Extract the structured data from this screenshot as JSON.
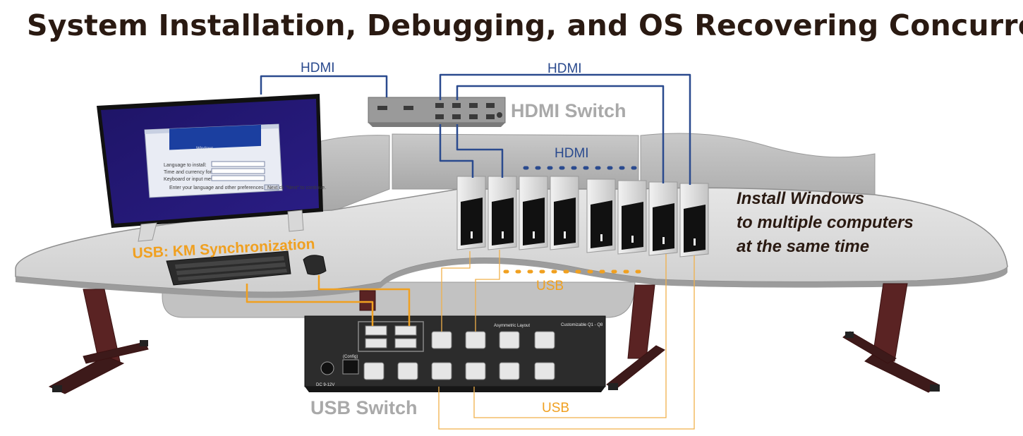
{
  "title": "System Installation, Debugging, and OS Recovering Concurrently",
  "labels": {
    "hdmi_monitor": "HDMI",
    "hdmi_top": "HDMI",
    "hdmi_pcs": "HDMI",
    "hdmi_switch": "HDMI Switch",
    "usb_km": "USB: KM Synchronization",
    "usb_pcs": "USB",
    "usb_bottom": "USB",
    "usb_switch": "USB Switch"
  },
  "note": [
    "Install Windows",
    "to multiple computers",
    "at the same time"
  ],
  "monitor_screen": {
    "window_title": "Windows",
    "fields": [
      "Language to install:",
      "Time and currency format:",
      "Keyboard or input method:"
    ],
    "footer": "Enter your language and other preferences and click \"Next\" to continue.",
    "button": "Next"
  },
  "usb_switch_panel": {
    "power": "DC 9-12V",
    "config": "(Config)",
    "layout": "Asymmetric Layout",
    "customizable": "Customizable Q1 - Q8"
  },
  "colors": {
    "hdmi_cable": "#2a4a8e",
    "usb_cable": "#f0a020",
    "device_label": "#a9a9a9",
    "title": "#2a1a12"
  },
  "icons": [
    "monitor",
    "keyboard",
    "mouse",
    "hdmi-switch",
    "usb-switch",
    "desktop-computer"
  ]
}
